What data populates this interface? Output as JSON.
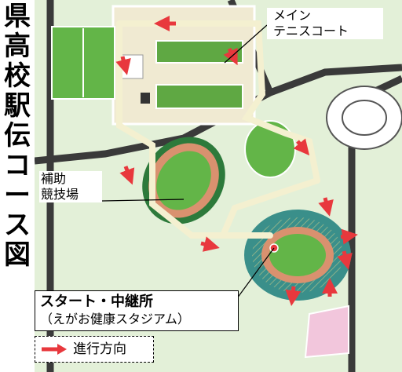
{
  "title": "県高校駅伝コース図",
  "labels": {
    "tennis_line1": "メイン",
    "tennis_line2": "テニスコート",
    "aux_line1": "補助",
    "aux_line2": "競技場",
    "start_line1": "スタート・中継所",
    "start_line2": "（えがお健康スタジアム）"
  },
  "legend": {
    "label": "進行方向",
    "arrow_icon": "red-arrow-icon"
  },
  "colors": {
    "road": "#3a3a3a",
    "park_green": "#d6ebc8",
    "field_green": "#63b548",
    "track": "#d9916f",
    "path": "#f4f0d0",
    "course_arrow": "#e8383d"
  }
}
